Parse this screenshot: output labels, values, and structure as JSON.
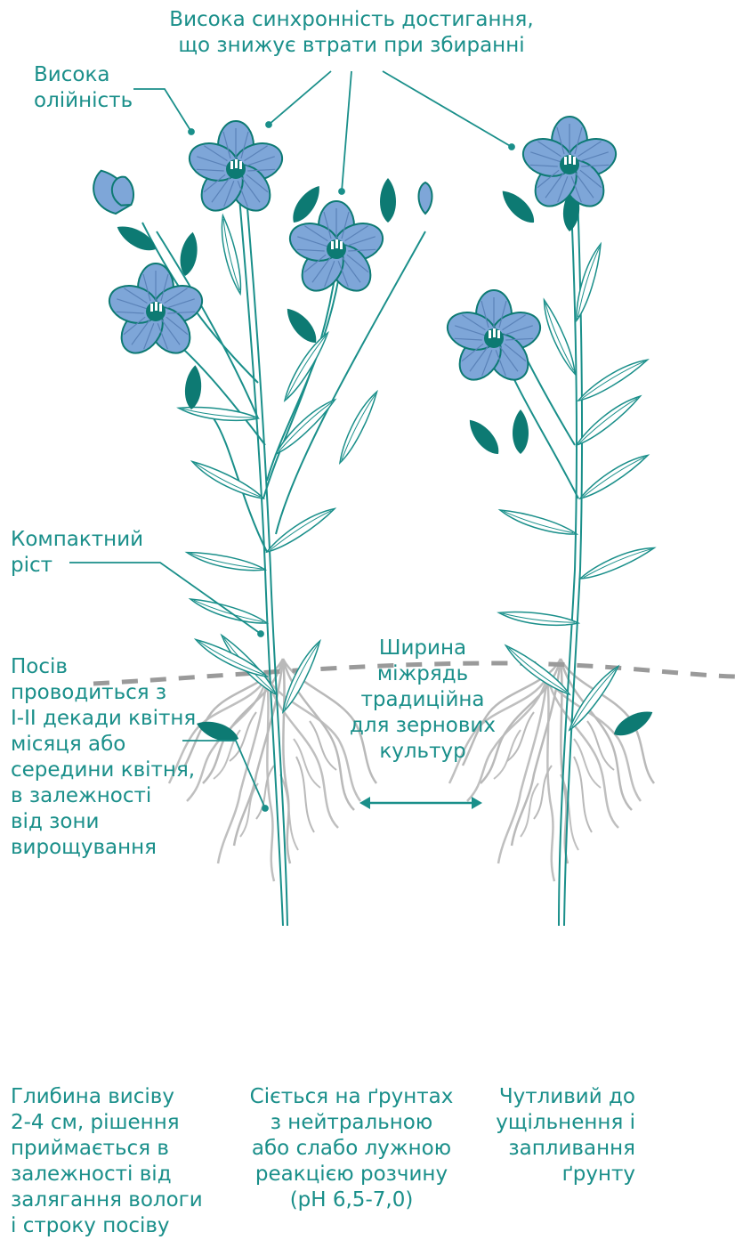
{
  "labels": {
    "sync": [
      "Висока синхронність достигання,",
      "що знижує втрати при збиранні"
    ],
    "oil": [
      "Висока",
      "олійність"
    ],
    "compact": [
      "Компактний",
      "ріст"
    ],
    "sowing": [
      "Посів",
      "проводиться з",
      "I-II декади квітня",
      "місяця або",
      "середини квітня,",
      "в залежності",
      "від зони",
      "вирощування"
    ],
    "row_width": [
      "Ширина",
      "міжрядь",
      "традиційна",
      "для зернових",
      "культур"
    ],
    "depth": [
      "Глибина висіву",
      "2-4 см, рішення",
      "приймається в",
      "залежності від",
      "залягання вологи",
      "і строку посіву"
    ],
    "soil_ph": [
      "Сіється на ґрунтах",
      "з нейтральною",
      "або слабо лужною",
      "реакцією розчину",
      "(pH 6,5-7,0)"
    ],
    "compaction": [
      "Чутливий до",
      "ущільнення і",
      "запливання",
      "ґрунту"
    ]
  },
  "colors": {
    "teal": "#1a8f8a",
    "dark_teal": "#0d7a73",
    "petal": "#7ea6d8",
    "petal_dark": "#5a82b8",
    "root": "#b9b9b9",
    "soil_line": "#9a9a9a"
  }
}
